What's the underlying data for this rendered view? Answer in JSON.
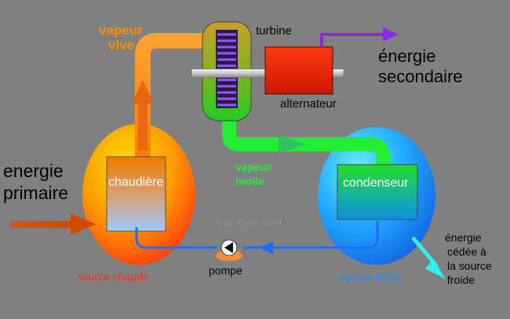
{
  "labels": {
    "vapeur_vive_1": "vapeur",
    "vapeur_vive_2": "vive",
    "turbine": "turbine",
    "energie_secondaire_1": "énergie",
    "energie_secondaire_2": "secondaire",
    "alternateur": "alternateur",
    "energie_primaire_1": "energie",
    "energie_primaire_2": "primaire",
    "chaudiere": "chaudière",
    "vapeur_molle_1": "vapeur",
    "vapeur_molle_2": "molle",
    "condenseur": "condenseur",
    "watermark": "Guy Vielh 2004",
    "energie_cedee_1": "énergie",
    "energie_cedee_2": "cédée  à",
    "energie_cedee_3": "la  source",
    "energie_cedee_4": "froide",
    "source_chaude": "source  chaude",
    "pompe": "pompe",
    "source_froide": "source  froide"
  },
  "colors": {
    "background": "#808080",
    "vapeur_vive": "#ff8c00",
    "vapeur_molle": "#22ee33",
    "source_chaude": "#ff2a1a",
    "source_froide": "#1e90ff",
    "alternateur": "#e02000",
    "energie_secondaire_arrow": "#8a2be2",
    "energie_primaire_arrow": "#c85a1e",
    "energie_cedee_arrow": "#33eeee",
    "water_circuit": "#1e6cff"
  }
}
